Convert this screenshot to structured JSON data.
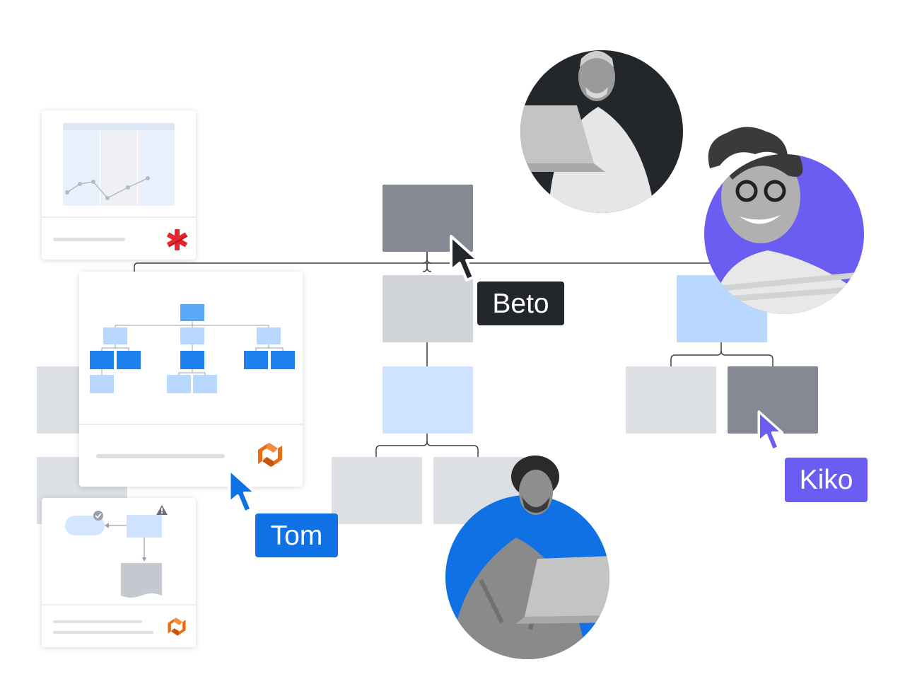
{
  "colors": {
    "dark_node": "#858993",
    "light_node": "#dcdfe4",
    "mid_node": "#d0d3d8",
    "pale_blue_node": "#cfe2ff",
    "light_blue_node": "#b8d8ff",
    "blue": "#1071e5",
    "purple": "#6b5cf2",
    "dark": "#23262b",
    "connector": "#3b3e44",
    "red_logo": "#e8242c",
    "orange_logo": "#ef6b10"
  },
  "cursors": {
    "beto": {
      "label": "Beto",
      "color": "#23262b",
      "icon": "arrow-cursor-icon"
    },
    "tom": {
      "label": "Tom",
      "color": "#1071e5",
      "icon": "arrow-cursor-icon"
    },
    "kiko": {
      "label": "Kiko",
      "color": "#6b5cf2",
      "icon": "arrow-cursor-icon"
    }
  },
  "people": [
    {
      "name": "person-with-laptop-top",
      "ring_color": "#23262b"
    },
    {
      "name": "person-smiling-glasses",
      "ring_color": "#6b5cf2"
    },
    {
      "name": "person-with-laptop-bottom",
      "ring_color": "#1071e5"
    }
  ],
  "cards": [
    {
      "name": "chart-template-card",
      "logo": "red-asterisk-logo-icon"
    },
    {
      "name": "orgchart-template-card",
      "logo": "orange-bracket-logo-icon"
    },
    {
      "name": "flowchart-template-card",
      "logo": "orange-bracket-logo-icon"
    }
  ]
}
